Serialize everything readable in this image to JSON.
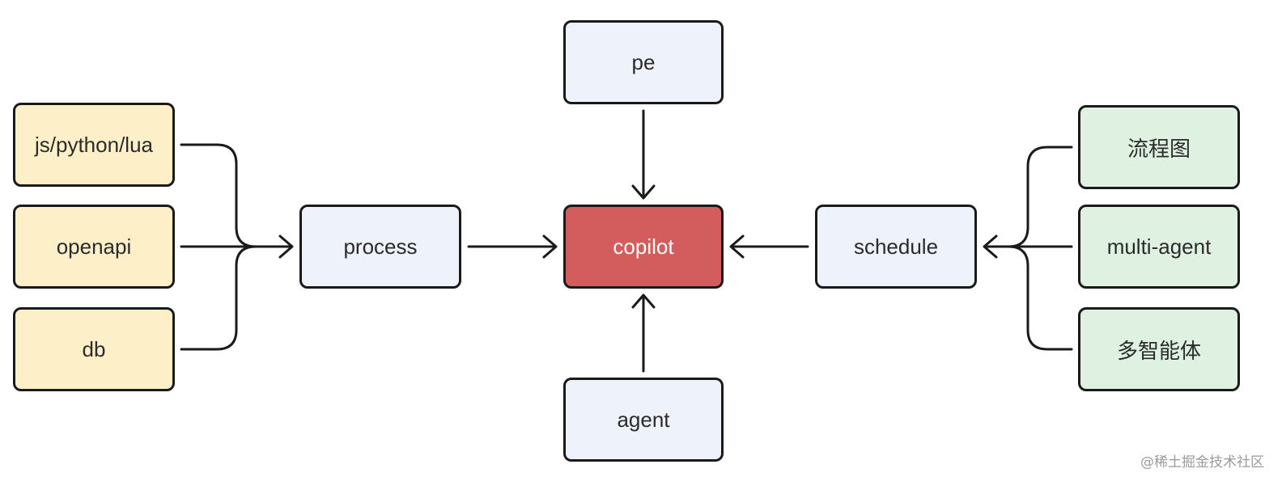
{
  "nodes": {
    "pe": "pe",
    "process": "process",
    "copilot": "copilot",
    "schedule": "schedule",
    "agent": "agent",
    "sources": [
      "js/python/lua",
      "openapi",
      "db"
    ],
    "schedule_inputs": [
      "流程图",
      "multi-agent",
      "多智能体"
    ]
  },
  "colors": {
    "core": "#d35c5c",
    "component": "#eef2fb",
    "source": "#fdf0c8",
    "schedule_input": "#dff2e1",
    "line": "#1a1a1a"
  },
  "watermark": "@稀土掘金技术社区"
}
